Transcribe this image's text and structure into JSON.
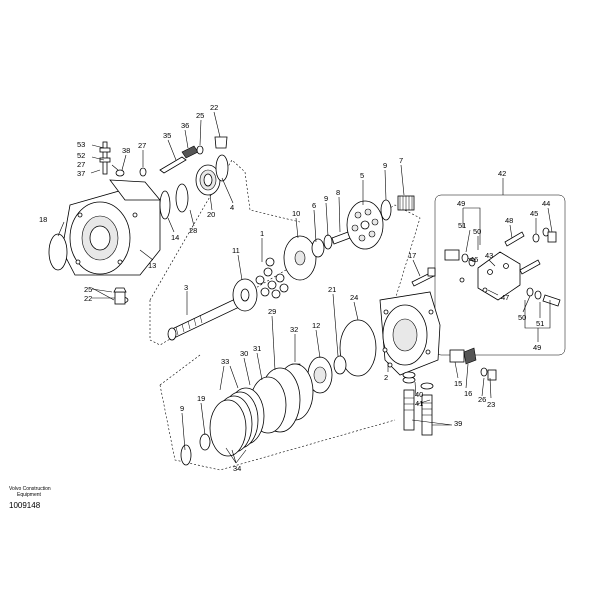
{
  "caption": {
    "line1": "Volvo Construction",
    "line2": "Equipment",
    "number": "1009148"
  },
  "callouts": {
    "c1": "1",
    "c2": "2",
    "c3": "3",
    "c4": "4",
    "c5": "5",
    "c6": "6",
    "c7": "7",
    "c8": "8",
    "c9a": "9",
    "c9b": "9",
    "c9c": "9",
    "c10": "10",
    "c11": "11",
    "c12": "12",
    "c13": "13",
    "c14": "14",
    "c15": "15",
    "c16": "16",
    "c17": "17",
    "c18": "18",
    "c19": "19",
    "c20": "20",
    "c21": "21",
    "c22a": "22",
    "c22b": "22",
    "c23": "23",
    "c24": "24",
    "c25a": "25",
    "c25b": "25",
    "c26": "26",
    "c27a": "27",
    "c27b": "27",
    "c28": "28",
    "c29": "29",
    "c30": "30",
    "c31": "31",
    "c32": "32",
    "c33": "33",
    "c34": "34",
    "c35": "35",
    "c36": "36",
    "c37": "37",
    "c38": "38",
    "c39": "39",
    "c40": "40",
    "c41": "41",
    "c42": "42",
    "c43": "43",
    "c44": "44",
    "c45": "45",
    "c46": "46",
    "c47": "47",
    "c48": "48",
    "c49a": "49",
    "c49b": "49",
    "c50a": "50",
    "c50b": "50",
    "c51a": "51",
    "c51b": "51",
    "c52": "52",
    "c53": "53"
  }
}
